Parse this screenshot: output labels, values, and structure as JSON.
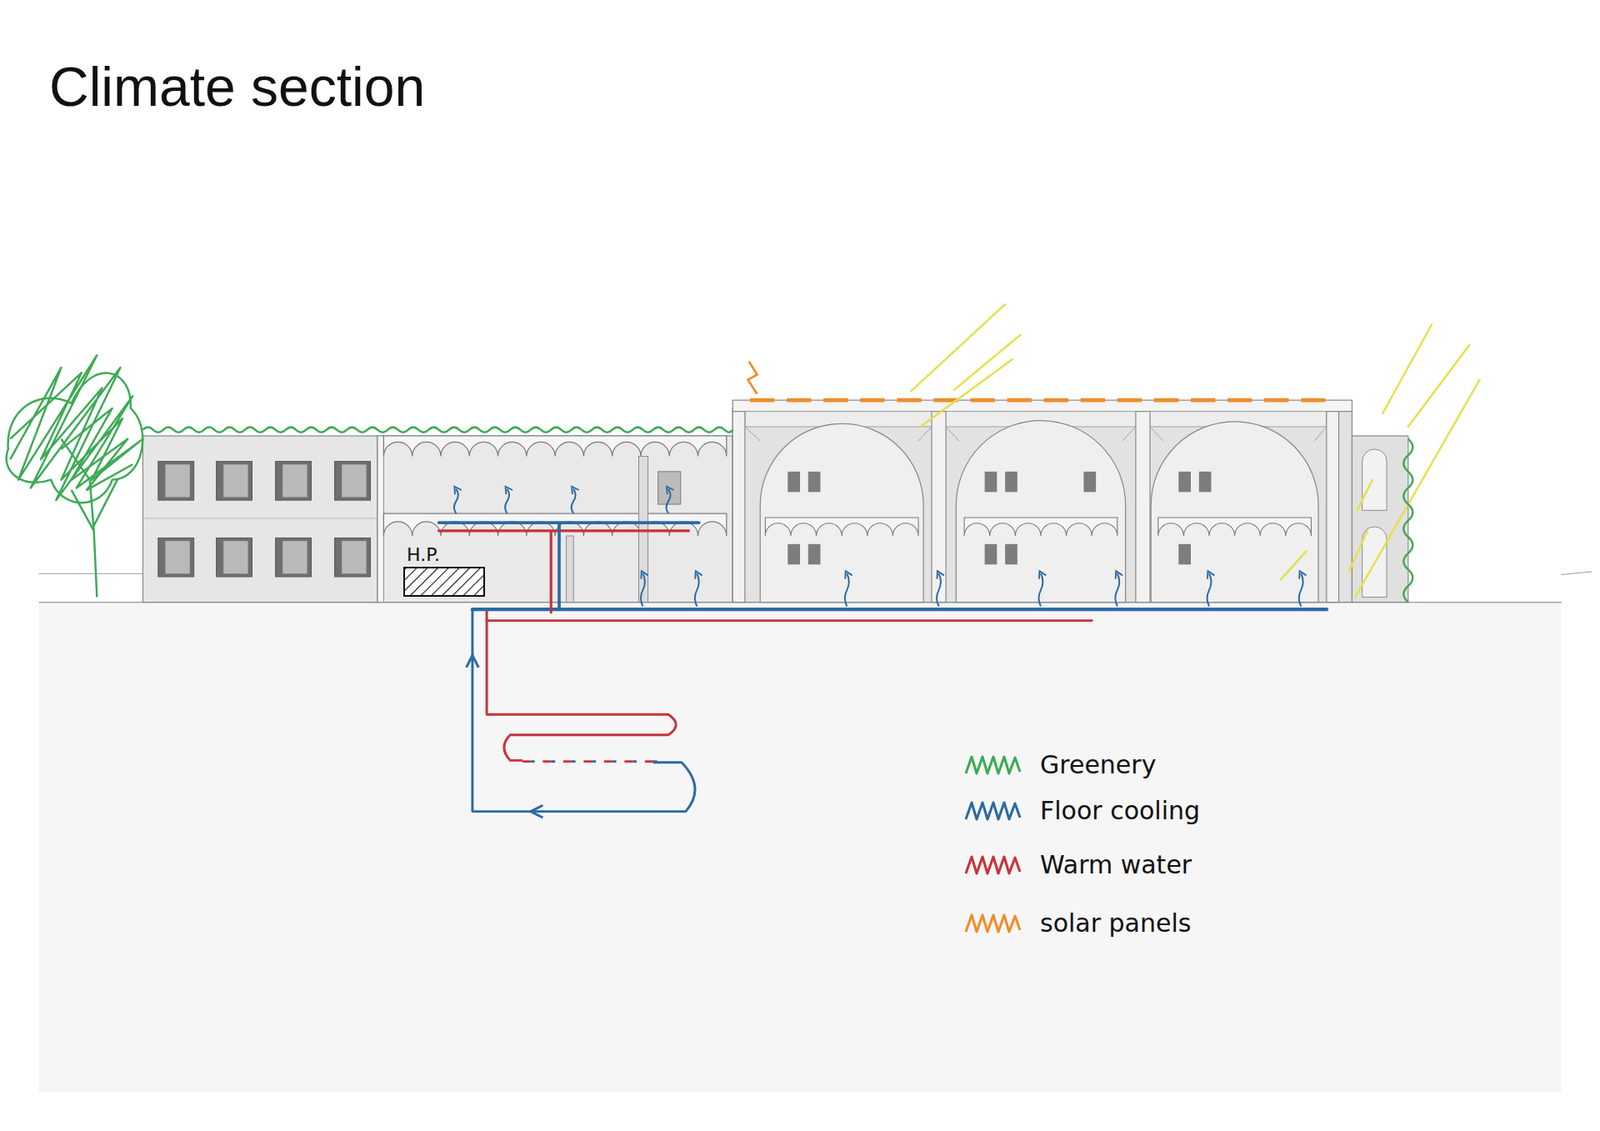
{
  "diagram": {
    "title": "Climate section",
    "nodes": [
      {
        "text": [
          "H.P."
        ]
      }
    ],
    "legend": [
      {
        "text": "Greenery",
        "color": "#3daa55"
      },
      {
        "text": "Floor cooling",
        "color": "#2b6aa3"
      },
      {
        "text": "Warm water",
        "color": "#c8323a"
      },
      {
        "text": "solar panels",
        "color": "#f08c2a"
      }
    ]
  }
}
